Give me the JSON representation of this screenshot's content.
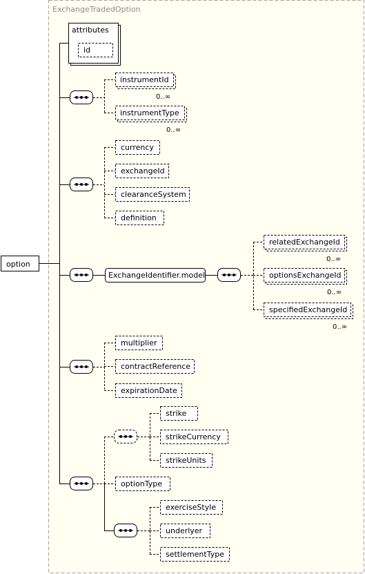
{
  "diagram": {
    "group_title": "ExchangeTradedOption",
    "root": "option",
    "attributes_label": "attributes",
    "attribute_id": "id",
    "elements": {
      "instrumentId": "instrumentId",
      "instrumentType": "instrumentType",
      "currency": "currency",
      "exchangeId": "exchangeId",
      "clearanceSystem": "clearanceSystem",
      "definition": "definition",
      "model": "ExchangeIdentifier.model",
      "relatedExchangeId": "relatedExchangeId",
      "optionsExchangeId": "optionsExchangeId",
      "specifiedExchangeId": "specifiedExchangeId",
      "multiplier": "multiplier",
      "contractReference": "contractReference",
      "expirationDate": "expirationDate",
      "strike": "strike",
      "strikeCurrency": "strikeCurrency",
      "strikeUnits": "strikeUnits",
      "optionType": "optionType",
      "exerciseStyle": "exerciseStyle",
      "underlyer": "underlyer",
      "settlementType": "settlementType"
    },
    "occurrences": {
      "instrumentId": "0..∞",
      "instrumentType": "0..∞",
      "relatedExchangeId": "0..∞",
      "optionsExchangeId": "0..∞",
      "specifiedExchangeId": "0..∞"
    },
    "colors": {
      "group_bg": "#fffff2",
      "group_border": "#a0a0a0",
      "text": "#000000",
      "group_title": "#8c8c8c"
    }
  }
}
